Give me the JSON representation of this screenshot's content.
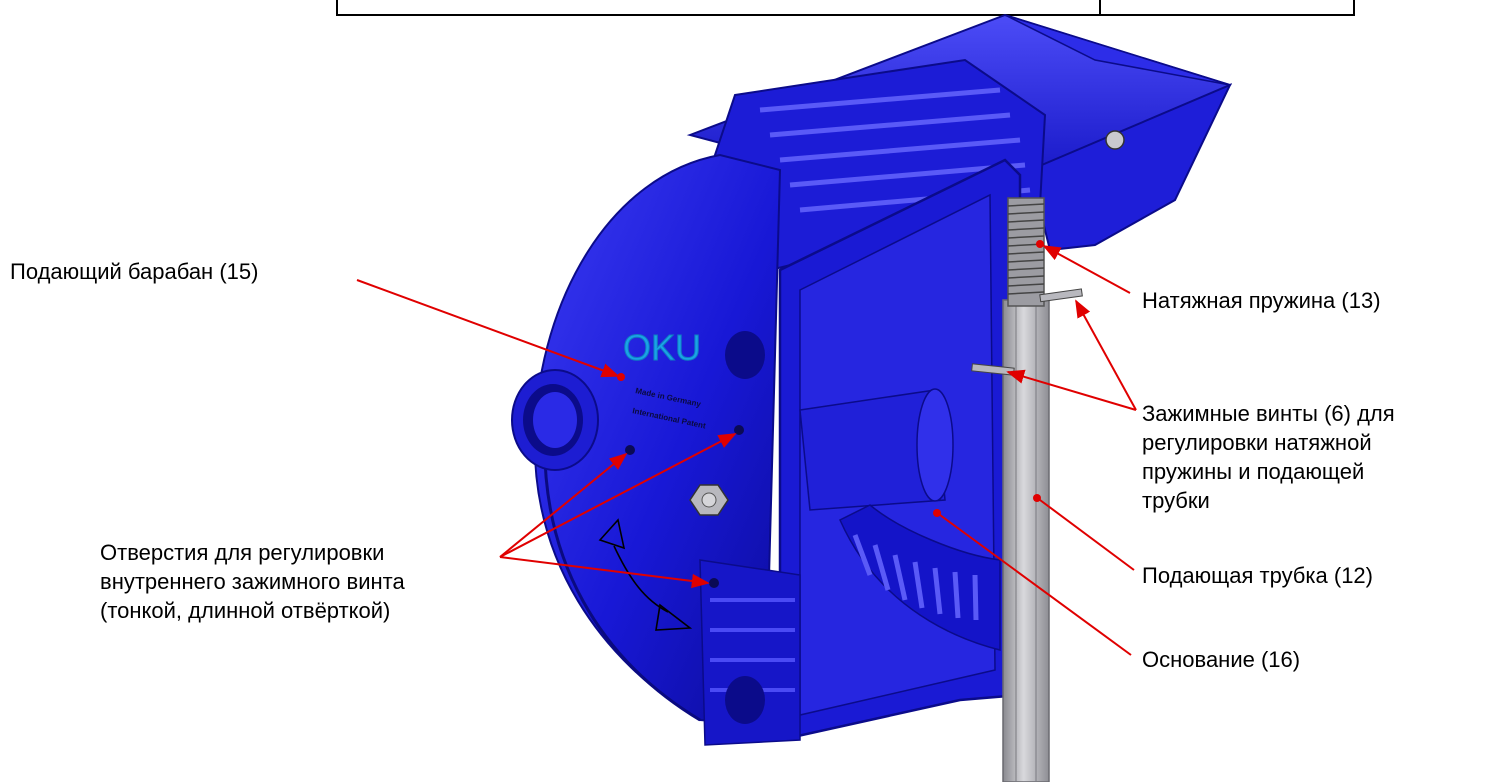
{
  "colors": {
    "body": "#1a1adf",
    "body_dark": "#0b0b8a",
    "body_light": "#4a4af5",
    "rod": "#b9b9bd",
    "callout": "#e00000",
    "logo": "#1aa3e8"
  },
  "device": {
    "logo_text": "OKU",
    "imprint_line1": "Made in Germany",
    "imprint_line2": "International Patent"
  },
  "labels": {
    "feed_drum": "Подающий барабан (15)",
    "tension_spring": "Натяжная пружина (13)",
    "clamp_screws": [
      "Зажимные винты (6) для",
      "регулировки натяжной",
      "пружины и подающей",
      "трубки"
    ],
    "feed_tube": "Подающая трубка (12)",
    "base": "Основание (16)",
    "adjust_holes": [
      "Отверстия для регулировки",
      "внутреннего зажимного винта",
      "(тонкой, длинной отвёрткой)"
    ]
  }
}
